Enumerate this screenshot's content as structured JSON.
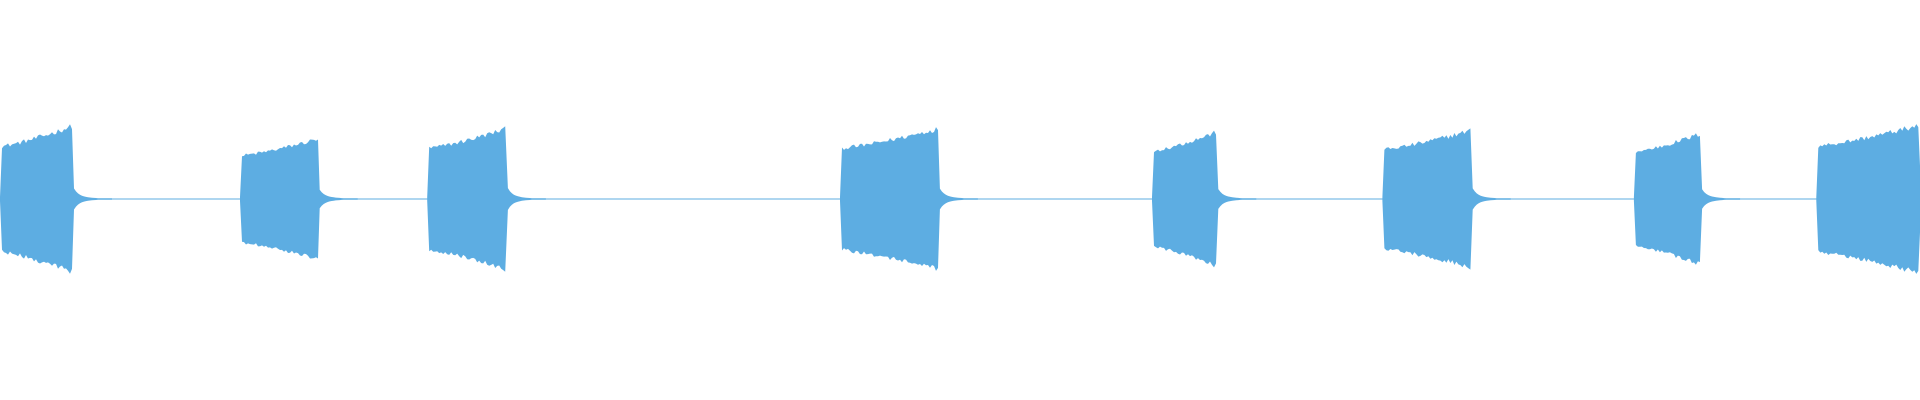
{
  "waveform": {
    "color": "#5DADE2",
    "background": "#FFFFFF",
    "duration_seconds": 20,
    "bursts": [
      {
        "start": 0.0,
        "end": 0.76,
        "peak": 0.85
      },
      {
        "start": 2.5,
        "end": 3.32,
        "peak": 0.7
      },
      {
        "start": 4.45,
        "end": 5.28,
        "peak": 0.82
      },
      {
        "start": 8.75,
        "end": 9.78,
        "peak": 0.82
      },
      {
        "start": 12.0,
        "end": 12.68,
        "peak": 0.78
      },
      {
        "start": 14.4,
        "end": 15.33,
        "peak": 0.8
      },
      {
        "start": 17.02,
        "end": 17.72,
        "peak": 0.76
      },
      {
        "start": 18.92,
        "end": 20.0,
        "peak": 0.86
      }
    ],
    "baseline_amplitude": 0.01
  }
}
